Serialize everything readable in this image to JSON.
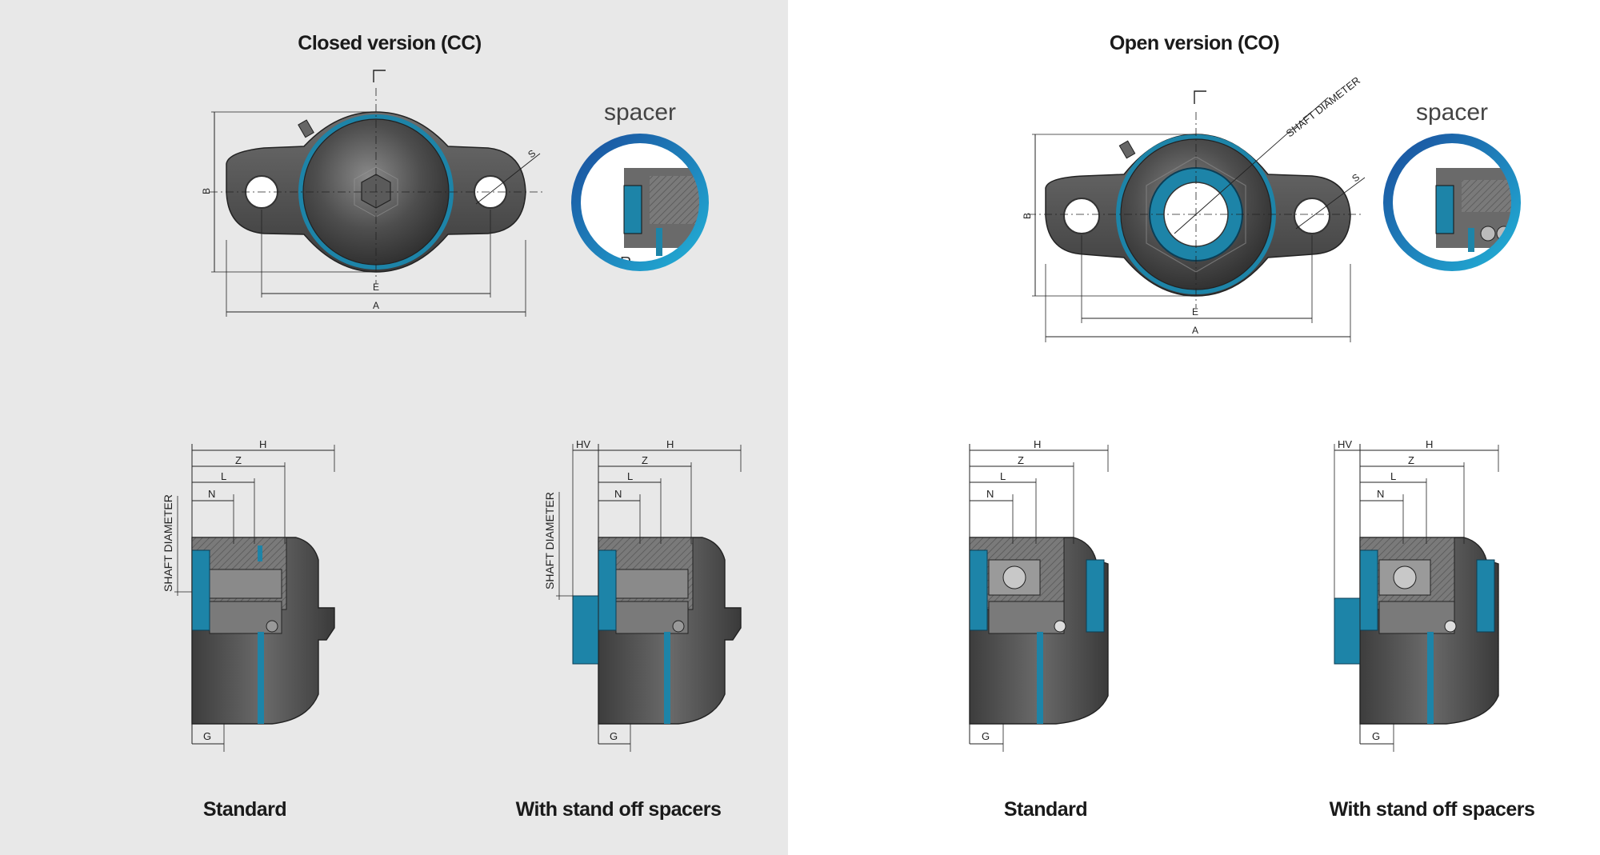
{
  "left_panel": {
    "title": "Closed version (CC)",
    "spacer_label": "spacer",
    "captions": [
      "Standard",
      "With stand off spacers"
    ],
    "dims_front": [
      "B",
      "E",
      "A",
      "S"
    ],
    "dims_side": [
      "H",
      "Z",
      "L",
      "N",
      "G",
      "HV"
    ],
    "shaft_label": "SHAFT DIAMETER",
    "spacer_inset_letter": "R"
  },
  "right_panel": {
    "title": "Open version (CO)",
    "spacer_label": "spacer",
    "captions": [
      "Standard",
      "With stand off spacers"
    ],
    "dims_front": [
      "B",
      "E",
      "A",
      "S"
    ],
    "dims_side": [
      "H",
      "Z",
      "L",
      "N",
      "G",
      "HV"
    ],
    "shaft_label": "SHAFT DIAMETER"
  },
  "colors": {
    "left_bg": "#e8e8e8",
    "right_bg": "#ffffff",
    "steel": "#4a4a4a",
    "blue_seal": "#1d84a8",
    "accent_gradient": [
      "#1a4f9e",
      "#22b0d6"
    ]
  }
}
